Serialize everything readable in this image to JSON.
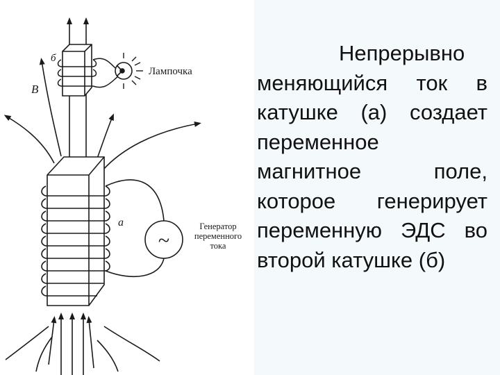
{
  "figure": {
    "labels": {
      "coil_b": "б",
      "field_B": "B",
      "lamp": "Лампочка",
      "coil_a": "а",
      "generator_lines": [
        "Генератор",
        "переменного",
        "тока"
      ],
      "generator_symbol": "~"
    }
  },
  "description": {
    "text": "Непрерывно меняющийся ток в катушке (а) создает переменное магнитное поле, которое генерирует переменную ЭДС во второй катушке (б)"
  },
  "colors": {
    "background": "#f4f9fb",
    "panel": "#ffffff",
    "ink": "#1a1a1a"
  }
}
